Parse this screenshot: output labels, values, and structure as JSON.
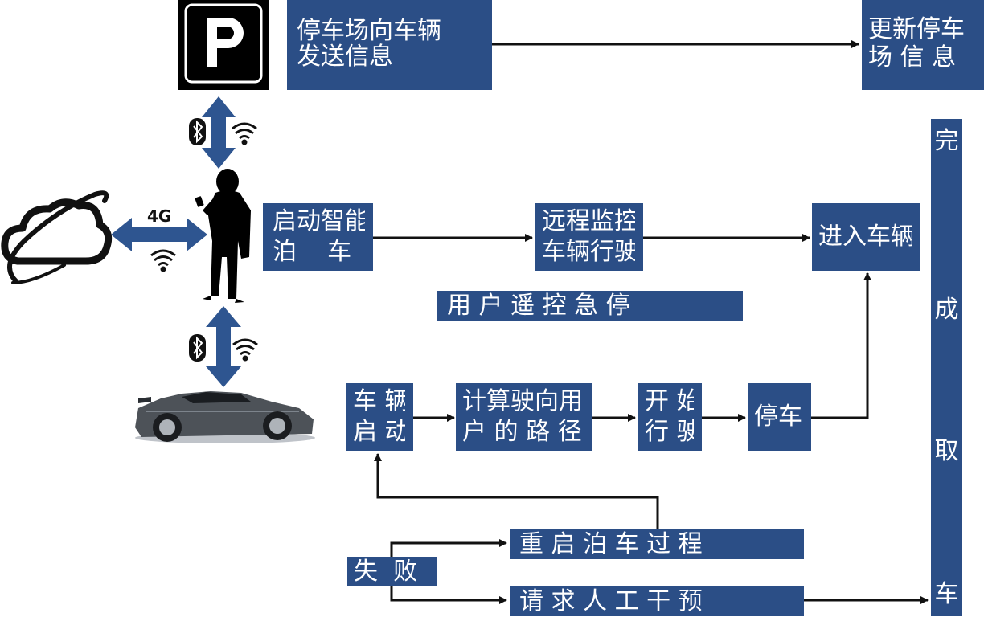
{
  "boxes": {
    "send_info": [
      "停车场向车辆",
      "发送信息"
    ],
    "update_info": [
      "更新停车",
      "场 信 息"
    ],
    "start_parking": [
      "启动智能",
      "泊    车"
    ],
    "remote_monitor": [
      "远程监控",
      "车辆行驶"
    ],
    "enter_vehicle": "进入车辆",
    "emergency_stop": "用 户 遥 控 急 停",
    "vehicle_start": [
      "车 辆",
      "启 动"
    ],
    "calc_route": [
      "计算驶向用",
      "户 的 路 径"
    ],
    "start_driving": [
      "开 始",
      "行 驶"
    ],
    "park": "停车",
    "restart_parking": "重 启 泊 车 过 程",
    "failure": "失  败",
    "request_intervention": "请 求 人 工 干 预",
    "complete_pickup": [
      "完",
      "成",
      "取",
      "车"
    ]
  },
  "labels": {
    "network": "4G"
  },
  "colors": {
    "box_fill": "#2b4e86",
    "box_text": "#ffffff",
    "arrow": "#111111",
    "double_arrow": "#2e5590"
  },
  "icons": [
    "parking-sign-icon",
    "cloud-icon",
    "person-phone-icon",
    "car-icon",
    "bluetooth-icon",
    "wifi-icon"
  ]
}
